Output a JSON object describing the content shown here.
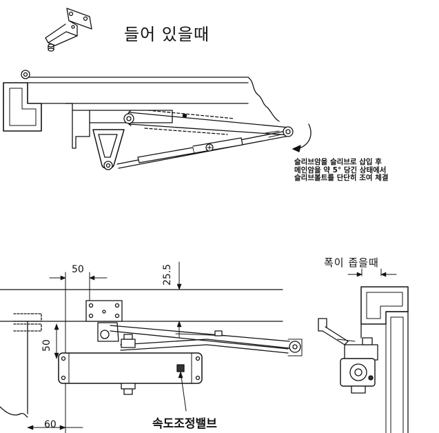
{
  "labels": {
    "title": "들어 있을때",
    "instruction_lines": [
      "슬리브암을 슬리브로 삽입 후",
      "메인암을 약 5° 당긴 상태에서",
      "슬리브볼트를 단단히 조여 체결"
    ],
    "dim_top_horizontal": "50",
    "dim_top_vertical": "25.5",
    "dim_left_vertical": "50",
    "dim_bottom": "60",
    "narrow_label": "폭이 좁을때",
    "valve_label": "속도조정밸브"
  },
  "colors": {
    "line": "#111111",
    "fill_body": "#ffffff",
    "hatch": "#555555"
  }
}
